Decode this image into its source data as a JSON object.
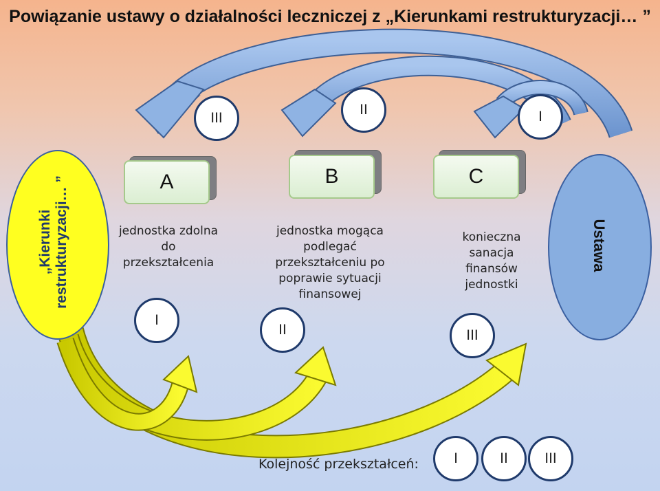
{
  "title": "Powiązanie ustawy o działalności leczniczej z „Kierunkami restrukturyzacji… ”",
  "left_oval": {
    "line1": "„Kierunki",
    "line2": "restrukturyzacji…  ”",
    "color": "#ffff20"
  },
  "right_oval": {
    "label": "Ustawa",
    "color": "#88aee0"
  },
  "top_circles": [
    "III",
    "II",
    "I"
  ],
  "boxes": [
    {
      "label": "A",
      "desc": [
        "jednostka zdolna",
        "do",
        "przekształcenia"
      ],
      "circle": "I"
    },
    {
      "label": "B",
      "desc": [
        "jednostka mogąca",
        "podlegać",
        "przekształceniu po",
        "poprawie sytuacji",
        "finansowej"
      ],
      "circle": "II"
    },
    {
      "label": "C",
      "desc": [
        "konieczna",
        "sanacja",
        "finansów",
        "jednostki"
      ],
      "circle": "III"
    }
  ],
  "order": {
    "label": "Kolejność przekształceń:",
    "items": [
      "I",
      "II",
      "III"
    ]
  },
  "colors": {
    "blue_arrow": "#7fa7dc",
    "yellow_arrow": "#f3f31d",
    "circle_border": "#1f3a6b",
    "box_border": "#a5c98b"
  }
}
